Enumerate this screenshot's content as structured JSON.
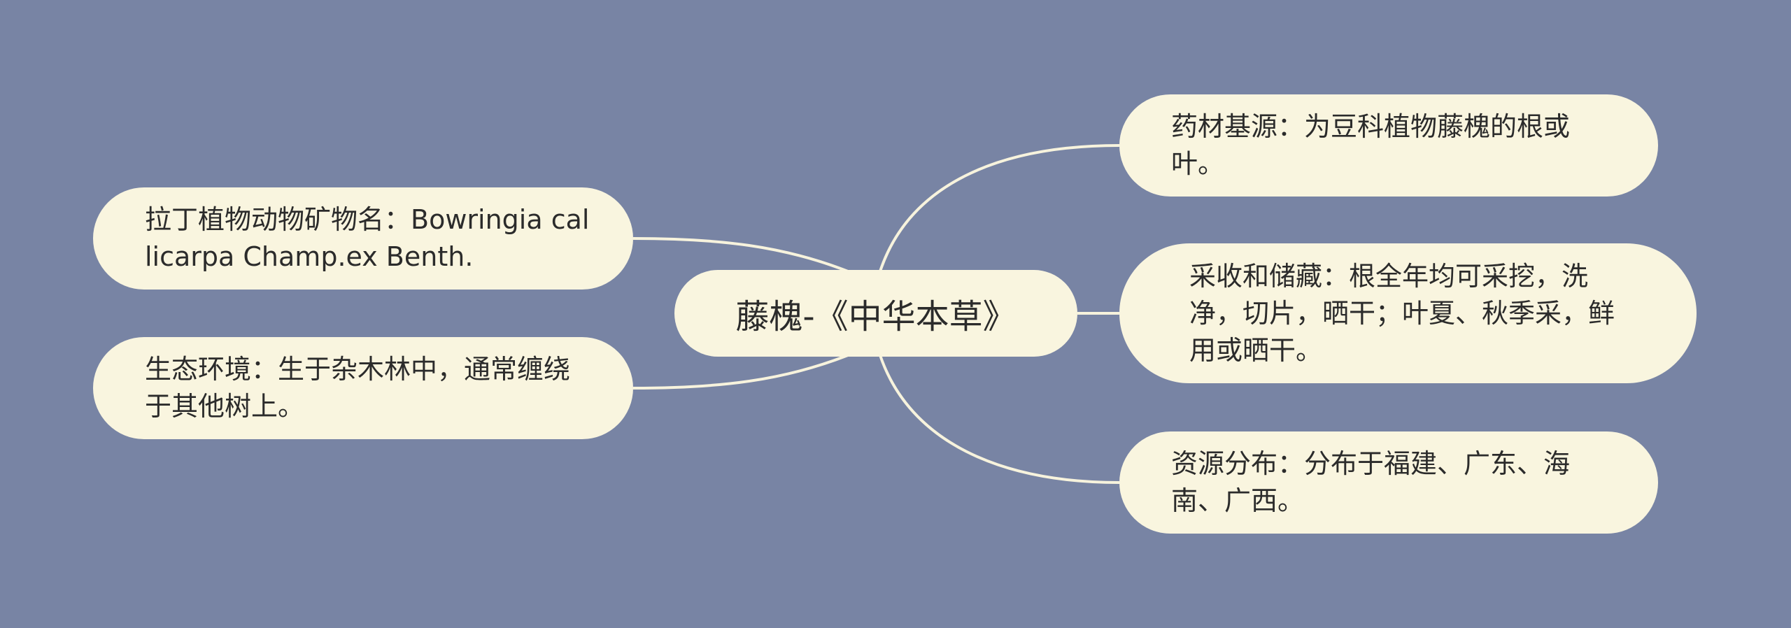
{
  "root": {
    "label": "藤槐-《中华本草》"
  },
  "branches": {
    "right": [
      {
        "text": "药材基源：为豆科植物藤槐的根或叶。"
      },
      {
        "text": "采收和储藏：根全年均可采挖，洗净，切片，晒干；叶夏、秋季采，鲜用或晒干。"
      },
      {
        "text": "资源分布：分布于福建、广东、海南、广西。"
      }
    ],
    "left": [
      {
        "text": "拉丁植物动物矿物名：Bowringia callicarpa Champ.ex Benth."
      },
      {
        "text": "生态环境：生于杂木林中，通常缠绕于其他树上。"
      }
    ]
  },
  "colors": {
    "background": "#7884a4",
    "node_fill": "#f9f5df",
    "connector": "#f7f3dd",
    "text": "#2b2b2b"
  }
}
